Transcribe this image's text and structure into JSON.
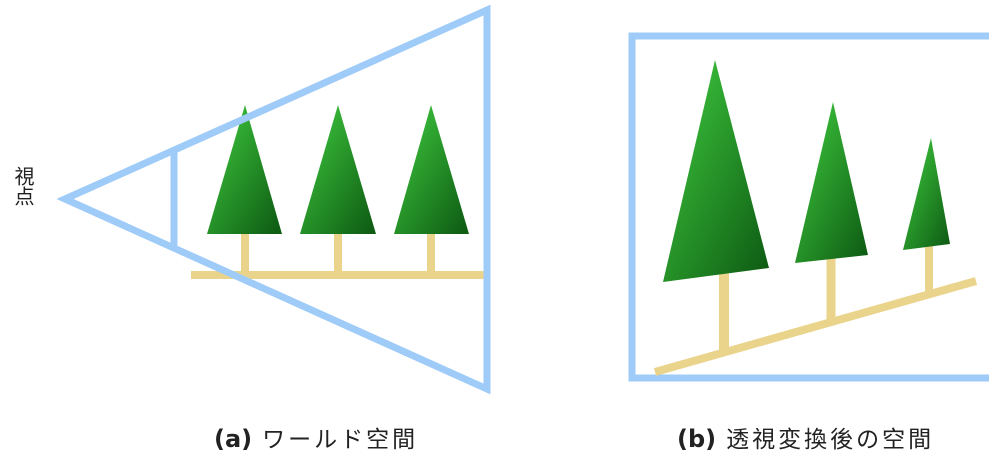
{
  "viewpoint_label": "視点",
  "captions": {
    "a": {
      "tag": "(a)",
      "text": "ワールド空間"
    },
    "b": {
      "tag": "(b)",
      "text": "透視変換後の空間"
    }
  },
  "colors": {
    "frustum": "#9ecbf7",
    "ground_and_trunk": "#ead48c",
    "foliage_light": "#3abf3a",
    "foliage_dark": "#0f5e14",
    "text": "#222222"
  },
  "panels": [
    {
      "id": "a",
      "view": "world space",
      "trees": 3,
      "frustum": "truncated view pyramid with near plane"
    },
    {
      "id": "b",
      "view": "perspective-transformed space",
      "trees": 3,
      "frustum": "square box"
    }
  ]
}
